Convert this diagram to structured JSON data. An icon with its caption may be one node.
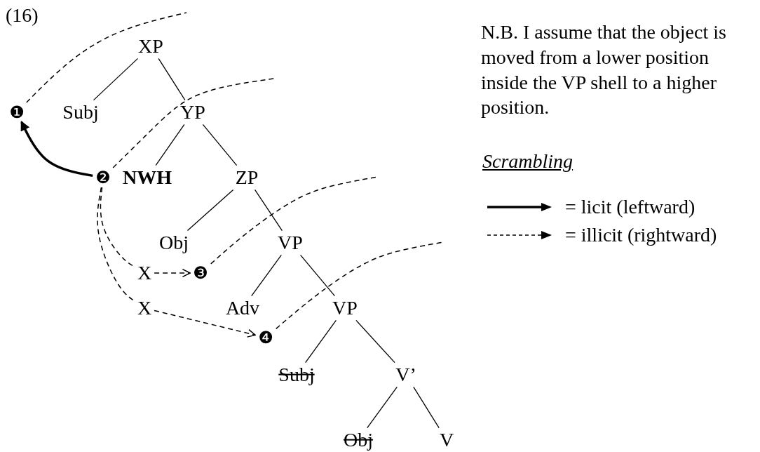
{
  "diagram": {
    "nodes": [
      {
        "text": [
          "XP"
        ]
      },
      {
        "text": [
          "❶"
        ]
      },
      {
        "text": [
          "Subj"
        ]
      },
      {
        "text": [
          "YP"
        ]
      },
      {
        "text": [
          "❷"
        ]
      },
      {
        "text": [
          "NWH"
        ]
      },
      {
        "text": [
          "ZP"
        ]
      },
      {
        "text": [
          "Obj"
        ]
      },
      {
        "text": [
          "VP"
        ]
      },
      {
        "text": [
          "X"
        ]
      },
      {
        "text": [
          "❸"
        ]
      },
      {
        "text": [
          "X"
        ]
      },
      {
        "text": [
          "Adv"
        ]
      },
      {
        "text": [
          "VP"
        ]
      },
      {
        "text": [
          "❹"
        ]
      },
      {
        "text": [
          "Subj"
        ]
      },
      {
        "text": [
          "V’"
        ]
      },
      {
        "text": [
          "Obj"
        ]
      },
      {
        "text": [
          "V"
        ]
      }
    ],
    "edges": [
      {
        "from": 0,
        "to": 2,
        "arrow": "none"
      },
      {
        "from": 0,
        "to": 3,
        "arrow": "none"
      },
      {
        "from": 3,
        "to": 5,
        "arrow": "none"
      },
      {
        "from": 3,
        "to": 6,
        "arrow": "none"
      },
      {
        "from": 6,
        "to": 7,
        "arrow": "none"
      },
      {
        "from": 6,
        "to": 8,
        "arrow": "none"
      },
      {
        "from": 8,
        "to": 12,
        "arrow": "none"
      },
      {
        "from": 8,
        "to": 13,
        "arrow": "none"
      },
      {
        "from": 13,
        "to": 15,
        "arrow": "none"
      },
      {
        "from": 13,
        "to": 16,
        "arrow": "none"
      },
      {
        "from": 16,
        "to": 17,
        "arrow": "none"
      },
      {
        "from": 16,
        "to": 18,
        "arrow": "none"
      },
      {
        "from": 4,
        "to": 1,
        "arrow": "to",
        "style": "thick"
      },
      {
        "from": 4,
        "to": 9,
        "arrow": "none",
        "style": "dashed"
      },
      {
        "from": 9,
        "to": 10,
        "arrow": "to",
        "style": "dashed"
      },
      {
        "from": 4,
        "to": 11,
        "arrow": "none",
        "style": "dashed"
      },
      {
        "from": 11,
        "to": 14,
        "arrow": "to",
        "style": "dashed"
      },
      {
        "from": 1,
        "to": null,
        "arrow": "none",
        "style": "dashed"
      },
      {
        "from": 4,
        "to": null,
        "arrow": "none",
        "style": "dashed"
      },
      {
        "from": 10,
        "to": null,
        "arrow": "none",
        "style": "dashed"
      },
      {
        "from": 14,
        "to": null,
        "arrow": "none",
        "style": "dashed"
      }
    ],
    "labels": [
      "(16)",
      "N.B. I assume that the object is moved from a lower position inside the VP shell to a higher position.",
      "Scrambling"
    ],
    "legend": [
      {
        "text": "= licit (leftward)"
      },
      {
        "text": "= illicit (rightward)"
      }
    ]
  }
}
